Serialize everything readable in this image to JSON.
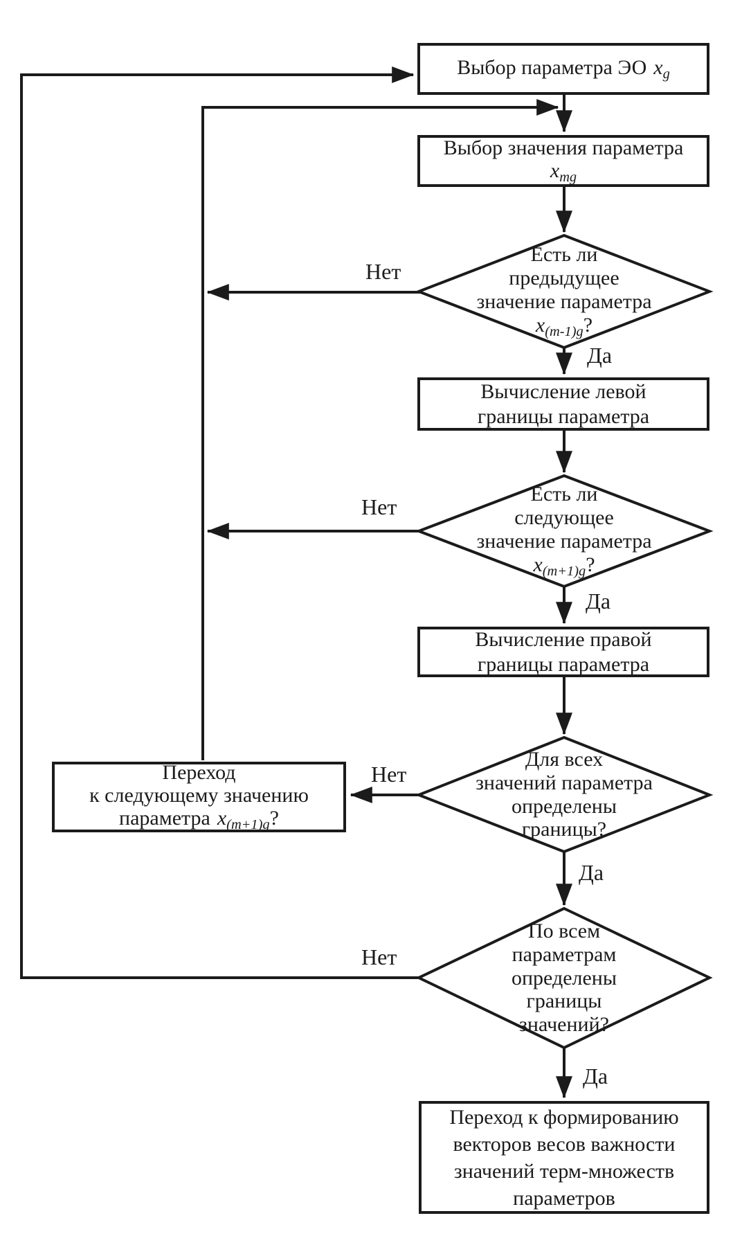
{
  "diagram": {
    "labels": {
      "yes": "Да",
      "no": "Нет"
    },
    "nodes": {
      "select_param": {
        "line1": "Выбор параметра ЭО",
        "formula": "x",
        "sub": "g"
      },
      "select_value": {
        "line1": "Выбор значения параметра",
        "formula": "x",
        "sub": "mg"
      },
      "has_prev": {
        "line1": "Есть ли",
        "line2": "предыдущее",
        "line3": "значение параметра",
        "formula": "x",
        "sub": "(m-1)g",
        "q": "?"
      },
      "calc_left": {
        "line1": "Вычисление левой",
        "line2": "границы параметра"
      },
      "has_next": {
        "line1": "Есть ли",
        "line2": "следующее",
        "line3": "значение параметра",
        "formula": "x",
        "sub": "(m+1)g",
        "q": "?"
      },
      "calc_right": {
        "line1": "Вычисление правой",
        "line2": "границы параметра"
      },
      "bounds_all_values": {
        "line1": "Для всех",
        "line2": "значений параметра",
        "line3": "определены",
        "line4": "границы?"
      },
      "next_value": {
        "line1": "Переход",
        "line2": "к следующему значению",
        "line3": "параметра",
        "formula": "x",
        "sub": "(m+1)g",
        "q": "?"
      },
      "bounds_all_params": {
        "line1": "По всем",
        "line2": "параметрам",
        "line3": "определены",
        "line4": "границы",
        "line5": "значений?"
      },
      "final_step": {
        "line1": "Переход к формированию",
        "line2": "векторов весов важности",
        "line3": "значений терм-множеств",
        "line4": "параметров"
      }
    }
  }
}
